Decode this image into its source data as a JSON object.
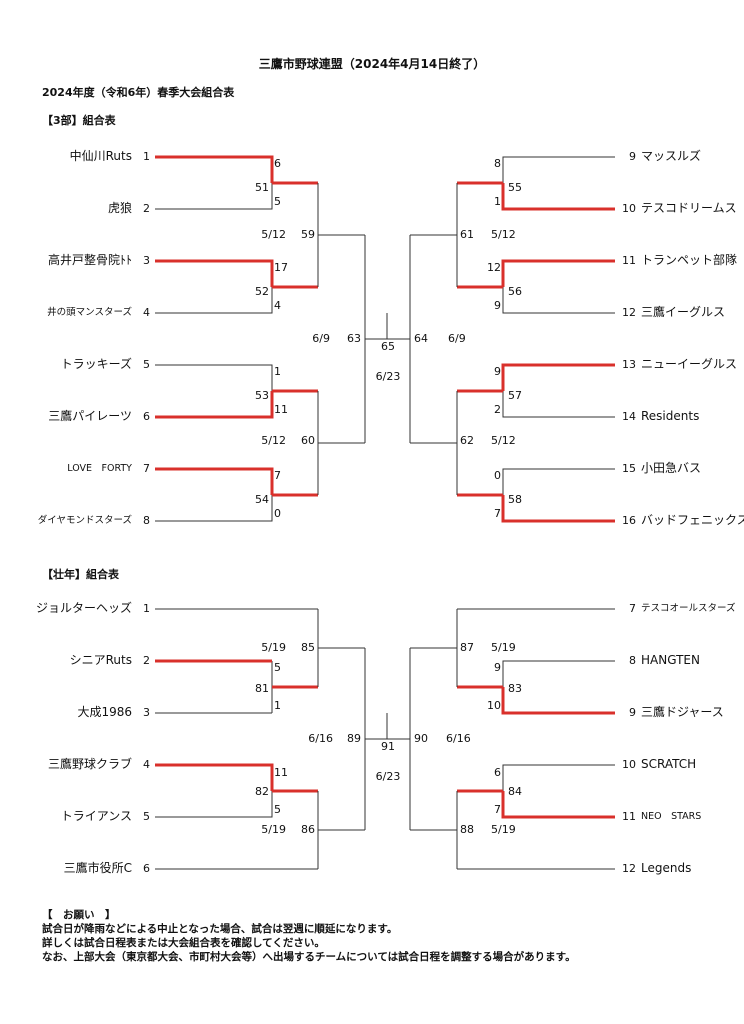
{
  "title": "三鷹市野球連盟（2024年4月14日終了）",
  "subtitle": "2024年度（令和6年）春季大会組合表",
  "colors": {
    "winner": "#d9302b",
    "line": "#333333"
  },
  "div3": {
    "header": "【3部】組合表",
    "left_teams": [
      {
        "name": "中仙川Ruts",
        "no": "1"
      },
      {
        "name": "虎狼",
        "no": "2"
      },
      {
        "name": "高井戸整骨院ﾄﾄ",
        "no": "3"
      },
      {
        "name": "井の頭マンスターズ",
        "no": "4"
      },
      {
        "name": "トラッキーズ",
        "no": "5"
      },
      {
        "name": "三鷹パイレーツ",
        "no": "6"
      },
      {
        "name": "LOVE　FORTY",
        "no": "7"
      },
      {
        "name": "ダイヤモンドスターズ",
        "no": "8"
      }
    ],
    "right_teams": [
      {
        "name": "マッスルズ",
        "no": "9"
      },
      {
        "name": "テスコドリームス",
        "no": "10"
      },
      {
        "name": "トランペット部隊",
        "no": "11"
      },
      {
        "name": "三鷹イーグルス",
        "no": "12"
      },
      {
        "name": "ニューイーグルス",
        "no": "13"
      },
      {
        "name": "Residents",
        "no": "14"
      },
      {
        "name": "小田急バス",
        "no": "15"
      },
      {
        "name": "バッドフェニックス",
        "no": "16"
      }
    ],
    "scores": {
      "g51_top": "6",
      "g51": "51",
      "g51_bot": "5",
      "g52_top": "17",
      "g52": "52",
      "g52_bot": "4",
      "g53_top": "1",
      "g53": "53",
      "g53_bot": "11",
      "g54_top": "7",
      "g54": "54",
      "g54_bot": "0",
      "g55_top": "8",
      "g55": "55",
      "g55_bot": "1",
      "g56_top": "12",
      "g56": "56",
      "g56_bot": "9",
      "g57_top": "9",
      "g57": "57",
      "g57_bot": "2",
      "g58_top": "0",
      "g58": "58",
      "g58_bot": "7",
      "g59": "59",
      "g59_date": "5/12",
      "g60": "60",
      "g60_date": "5/12",
      "g61": "61",
      "g61_date": "5/12",
      "g62": "62",
      "g62_date": "5/12",
      "g63": "63",
      "g63_date": "6/9",
      "g64": "64",
      "g64_date": "6/9",
      "final": "65",
      "final_date": "6/23"
    }
  },
  "senior": {
    "header": "【壮年】組合表",
    "left_teams": [
      {
        "name": "ジョルターヘッズ",
        "no": "1"
      },
      {
        "name": "シニアRuts",
        "no": "2"
      },
      {
        "name": "大成1986",
        "no": "3"
      },
      {
        "name": "三鷹野球クラブ",
        "no": "4"
      },
      {
        "name": "トライアンス",
        "no": "5"
      },
      {
        "name": "三鷹市役所C",
        "no": "6"
      }
    ],
    "right_teams": [
      {
        "name": "テスコオールスターズ",
        "no": "7"
      },
      {
        "name": "HANGTEN",
        "no": "8"
      },
      {
        "name": "三鷹ドジャース",
        "no": "9"
      },
      {
        "name": "SCRATCH",
        "no": "10"
      },
      {
        "name": "NEO　STARS",
        "no": "11"
      },
      {
        "name": "Legends",
        "no": "12"
      }
    ],
    "scores": {
      "g81_top": "5",
      "g81": "81",
      "g81_bot": "1",
      "g82_top": "11",
      "g82": "82",
      "g82_bot": "5",
      "g83_top": "9",
      "g83": "83",
      "g83_bot": "10",
      "g84_top": "6",
      "g84": "84",
      "g84_bot": "7",
      "g85": "85",
      "g85_date": "5/19",
      "g86": "86",
      "g86_date": "5/19",
      "g87": "87",
      "g87_date": "5/19",
      "g88": "88",
      "g88_date": "5/19",
      "g89": "89",
      "g89_date": "6/16",
      "g90": "90",
      "g90_date": "6/16",
      "final": "91",
      "final_date": "6/23"
    }
  },
  "notes": {
    "heading": "【　お願い　】",
    "line1": "試合日が降雨などによる中止となった場合、試合は翌週に順延になります。",
    "line2": "詳しくは試合日程表または大会組合表を確認してください。",
    "line3": "なお、上部大会（東京都大会、市町村大会等）へ出場するチームについては試合日程を調整する場合があります。"
  }
}
